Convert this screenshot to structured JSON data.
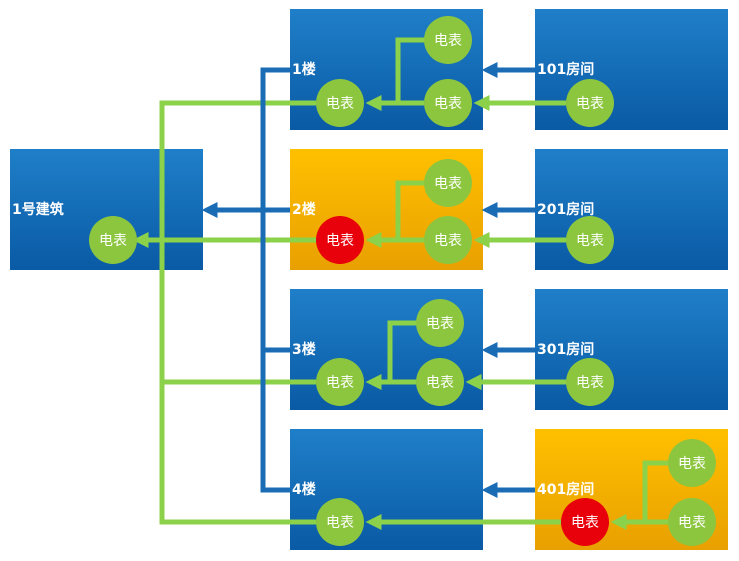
{
  "colors": {
    "box_blue_top": "#1f7fc8",
    "box_blue_bottom": "#0a5aa5",
    "box_orange_top": "#ffc000",
    "box_orange_bottom": "#e8a000",
    "meter_normal": "#8cc63f",
    "meter_fault": "#e8000b",
    "electric_line": "#8cd14a",
    "hierarchy_arrow": "#1a6db5",
    "meter_text_normal": "#ffffff",
    "meter_text_fault": "#ffffff"
  },
  "building": {
    "label": "1号建筑",
    "meter": "电表"
  },
  "floors": [
    {
      "label": "1楼",
      "status": "normal",
      "main_meter": "电表",
      "sub_meters": [
        "电表",
        "电表"
      ],
      "room": {
        "label": "101房间",
        "status": "normal",
        "meter": "电表"
      }
    },
    {
      "label": "2楼",
      "status": "fault",
      "main_meter": "电表",
      "sub_meters": [
        "电表",
        "电表"
      ],
      "room": {
        "label": "201房间",
        "status": "normal",
        "meter": "电表"
      }
    },
    {
      "label": "3楼",
      "status": "normal",
      "main_meter": "电表",
      "sub_meters": [
        "电表",
        "电表"
      ],
      "room": {
        "label": "301房间",
        "status": "normal",
        "meter": "电表"
      }
    },
    {
      "label": "4楼",
      "status": "normal",
      "main_meter": "电表",
      "sub_meters": [],
      "room": {
        "label": "401房间",
        "status": "fault",
        "meter": "电表",
        "sub_meters": [
          "电表",
          "电表"
        ]
      }
    }
  ]
}
